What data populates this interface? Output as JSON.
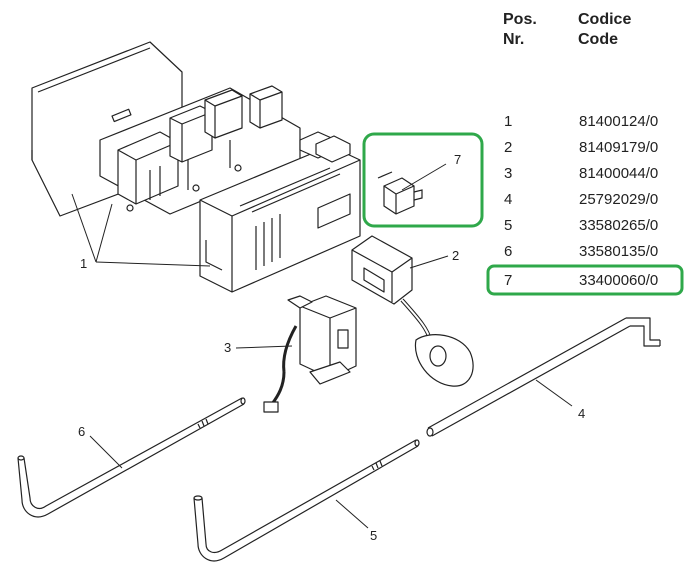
{
  "header": {
    "pos_line1": "Pos.",
    "pos_line2": "Nr.",
    "code_line1": "Codice",
    "code_line2": "Code"
  },
  "parts": [
    {
      "pos": "1",
      "code": "81400124/0"
    },
    {
      "pos": "2",
      "code": "81409179/0"
    },
    {
      "pos": "3",
      "code": "81400044/0"
    },
    {
      "pos": "4",
      "code": "25792029/0"
    },
    {
      "pos": "5",
      "code": "33580265/0"
    },
    {
      "pos": "6",
      "code": "33580135/0"
    },
    {
      "pos": "7",
      "code": "33400060/0",
      "highlighted": true
    }
  ],
  "callouts": {
    "c1": "1",
    "c2": "2",
    "c3": "3",
    "c4": "4",
    "c5": "5",
    "c6": "6",
    "c7": "7"
  },
  "colors": {
    "highlight": "#2fa84a",
    "ink": "#222222"
  }
}
